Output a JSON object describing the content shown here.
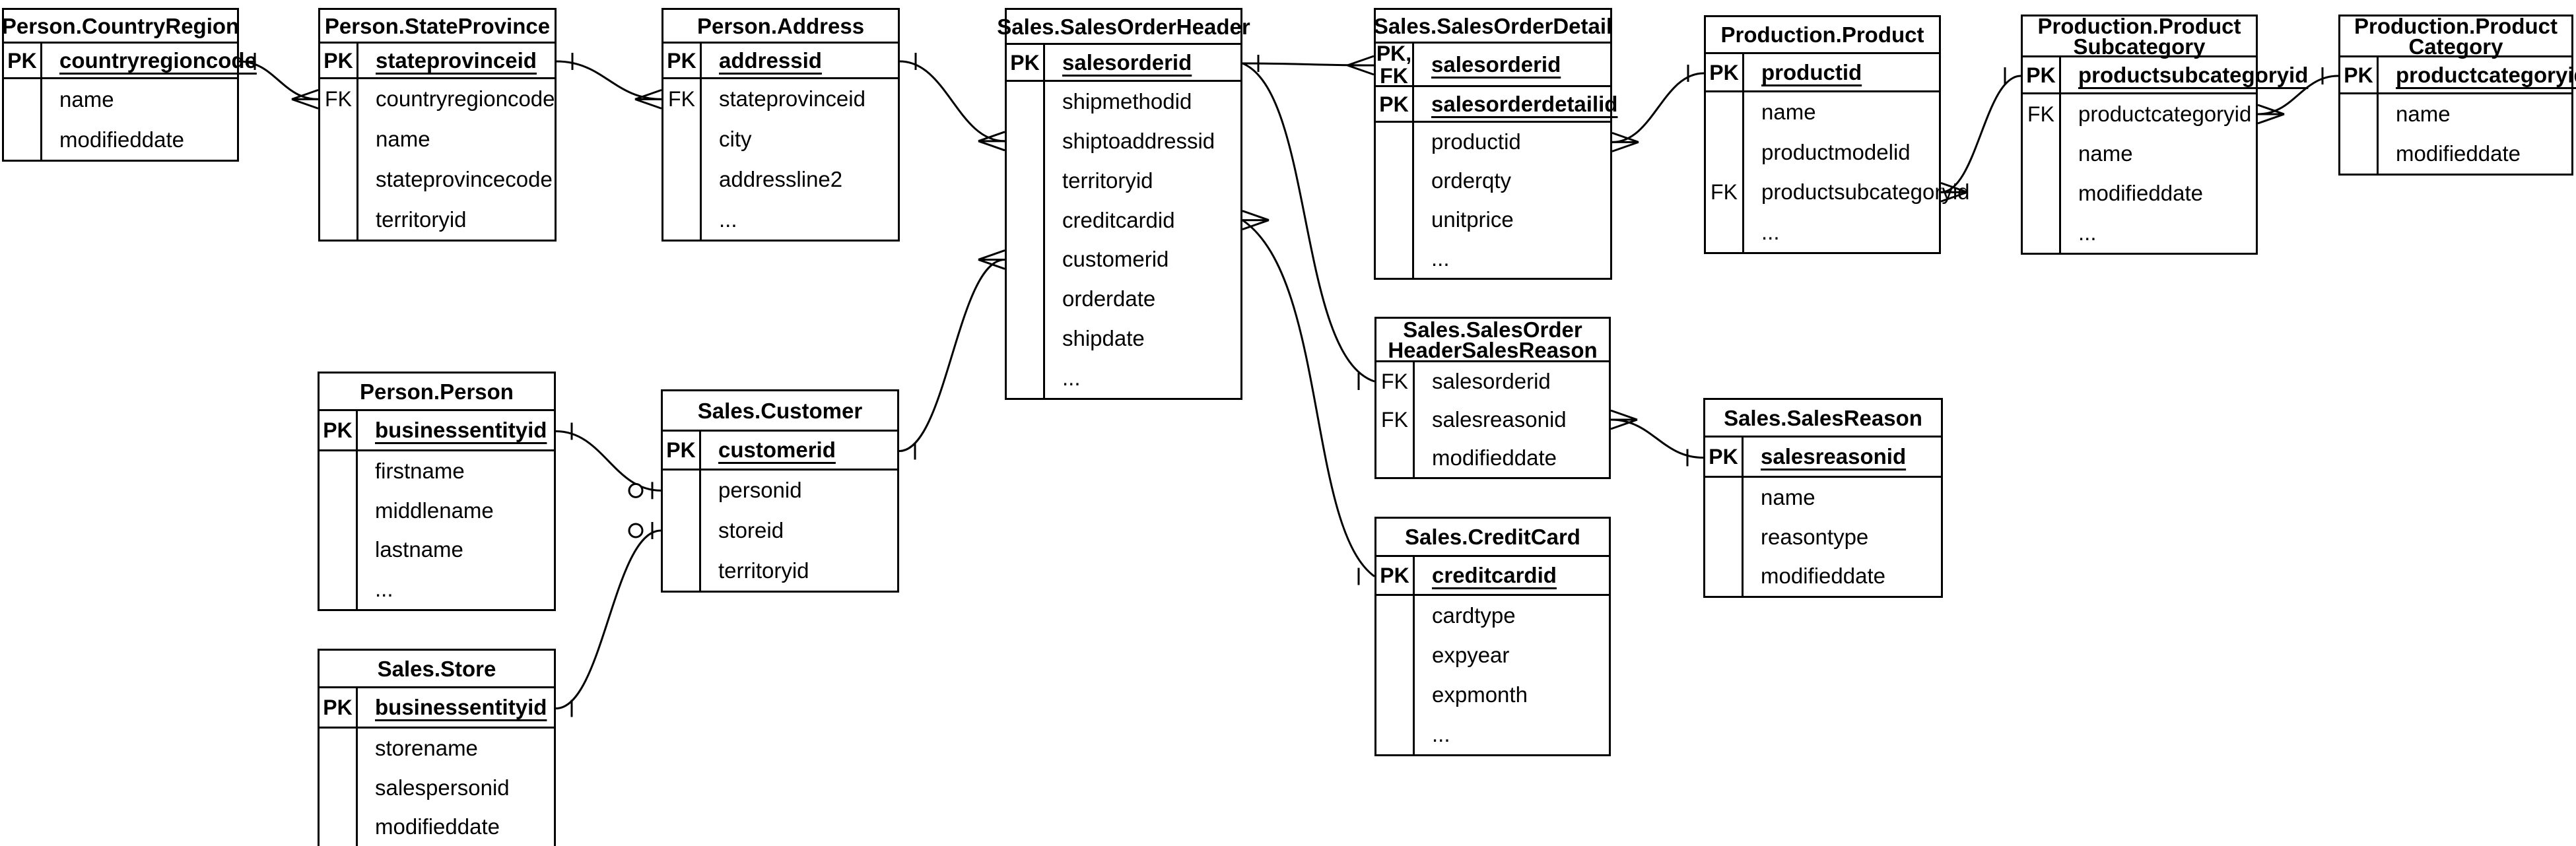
{
  "diagram": {
    "notation": "crow-foot",
    "colors": {
      "line": "#000000",
      "background": "#ffffff",
      "text": "#000000"
    },
    "tables": [
      {
        "id": "countryregion",
        "title_lines": [
          "Person.CountryRegion"
        ],
        "rows": [
          {
            "band": "key",
            "key": "PK",
            "name": "countryregioncode",
            "pk": true
          },
          {
            "band": "body",
            "key": "",
            "name": "name"
          },
          {
            "band": "body",
            "key": "",
            "name": "modifieddate"
          }
        ]
      },
      {
        "id": "stateprovince",
        "title_lines": [
          "Person.StateProvince"
        ],
        "rows": [
          {
            "band": "key",
            "key": "PK",
            "name": "stateprovinceid",
            "pk": true
          },
          {
            "band": "body",
            "key": "FK",
            "name": "countryregioncode"
          },
          {
            "band": "body",
            "key": "",
            "name": "name"
          },
          {
            "band": "body",
            "key": "",
            "name": "stateprovincecode"
          },
          {
            "band": "body",
            "key": "",
            "name": "territoryid"
          }
        ]
      },
      {
        "id": "address",
        "title_lines": [
          "Person.Address"
        ],
        "rows": [
          {
            "band": "key",
            "key": "PK",
            "name": "addressid",
            "pk": true
          },
          {
            "band": "body",
            "key": "FK",
            "name": "stateprovinceid"
          },
          {
            "band": "body",
            "key": "",
            "name": "city"
          },
          {
            "band": "body",
            "key": "",
            "name": "addressline2"
          },
          {
            "band": "body",
            "key": "",
            "name": "..."
          }
        ]
      },
      {
        "id": "salesorderheader",
        "title_lines": [
          "Sales.SalesOrderHeader"
        ],
        "rows": [
          {
            "band": "key",
            "key": "PK",
            "name": "salesorderid",
            "pk": true
          },
          {
            "band": "body",
            "key": "",
            "name": "shipmethodid"
          },
          {
            "band": "body",
            "key": "",
            "name": "shiptoaddressid"
          },
          {
            "band": "body",
            "key": "",
            "name": "territoryid"
          },
          {
            "band": "body",
            "key": "",
            "name": "creditcardid"
          },
          {
            "band": "body",
            "key": "",
            "name": "customerid"
          },
          {
            "band": "body",
            "key": "",
            "name": "orderdate"
          },
          {
            "band": "body",
            "key": "",
            "name": "shipdate"
          },
          {
            "band": "body",
            "key": "",
            "name": "..."
          }
        ]
      },
      {
        "id": "salesorderdetail",
        "title_lines": [
          "Sales.SalesOrderDetail"
        ],
        "rows": [
          {
            "band": "key",
            "key": "PK,\nFK",
            "name": "salesorderid",
            "pk": true
          },
          {
            "band": "key",
            "key": "PK",
            "name": "salesorderdetailid",
            "pk": true
          },
          {
            "band": "body",
            "key": "",
            "name": "productid"
          },
          {
            "band": "body",
            "key": "",
            "name": "orderqty"
          },
          {
            "band": "body",
            "key": "",
            "name": "unitprice"
          },
          {
            "band": "body",
            "key": "",
            "name": "..."
          }
        ]
      },
      {
        "id": "product",
        "title_lines": [
          "Production.Product"
        ],
        "rows": [
          {
            "band": "key",
            "key": "PK",
            "name": "productid",
            "pk": true
          },
          {
            "band": "body",
            "key": "",
            "name": "name"
          },
          {
            "band": "body",
            "key": "",
            "name": "productmodelid"
          },
          {
            "band": "body",
            "key": "FK",
            "name": "productsubcategoryid"
          },
          {
            "band": "body",
            "key": "",
            "name": "..."
          }
        ]
      },
      {
        "id": "productsubcategory",
        "title_lines": [
          "Production.Product",
          "Subcategory"
        ],
        "rows": [
          {
            "band": "key",
            "key": "PK",
            "name": "productsubcategoryid",
            "pk": true
          },
          {
            "band": "body",
            "key": "FK",
            "name": "productcategoryid"
          },
          {
            "band": "body",
            "key": "",
            "name": "name"
          },
          {
            "band": "body",
            "key": "",
            "name": "modifieddate"
          },
          {
            "band": "body",
            "key": "",
            "name": "..."
          }
        ]
      },
      {
        "id": "productcategory",
        "title_lines": [
          "Production.Product",
          "Category"
        ],
        "rows": [
          {
            "band": "key",
            "key": "PK",
            "name": "productcategoryid",
            "pk": true
          },
          {
            "band": "body",
            "key": "",
            "name": "name"
          },
          {
            "band": "body",
            "key": "",
            "name": "modifieddate"
          }
        ]
      },
      {
        "id": "person",
        "title_lines": [
          "Person.Person"
        ],
        "rows": [
          {
            "band": "key",
            "key": "PK",
            "name": "businessentityid",
            "pk": true
          },
          {
            "band": "body",
            "key": "",
            "name": "firstname"
          },
          {
            "band": "body",
            "key": "",
            "name": "middlename"
          },
          {
            "band": "body",
            "key": "",
            "name": "lastname"
          },
          {
            "band": "body",
            "key": "",
            "name": "..."
          }
        ]
      },
      {
        "id": "customer",
        "title_lines": [
          "Sales.Customer"
        ],
        "rows": [
          {
            "band": "key",
            "key": "PK",
            "name": "customerid",
            "pk": true
          },
          {
            "band": "body",
            "key": "",
            "name": "personid"
          },
          {
            "band": "body",
            "key": "",
            "name": "storeid"
          },
          {
            "band": "body",
            "key": "",
            "name": "territoryid"
          }
        ]
      },
      {
        "id": "salesorderheadersalesreason",
        "title_lines": [
          "Sales.SalesOrder",
          "HeaderSalesReason"
        ],
        "rows": [
          {
            "band": "body",
            "key": "FK",
            "name": "salesorderid"
          },
          {
            "band": "body",
            "key": "FK",
            "name": "salesreasonid"
          },
          {
            "band": "body",
            "key": "",
            "name": "modifieddate"
          }
        ]
      },
      {
        "id": "salesreason",
        "title_lines": [
          "Sales.SalesReason"
        ],
        "rows": [
          {
            "band": "key",
            "key": "PK",
            "name": "salesreasonid",
            "pk": true
          },
          {
            "band": "body",
            "key": "",
            "name": "name"
          },
          {
            "band": "body",
            "key": "",
            "name": "reasontype"
          },
          {
            "band": "body",
            "key": "",
            "name": "modifieddate"
          }
        ]
      },
      {
        "id": "creditcard",
        "title_lines": [
          "Sales.CreditCard"
        ],
        "rows": [
          {
            "band": "key",
            "key": "PK",
            "name": "creditcardid",
            "pk": true
          },
          {
            "band": "body",
            "key": "",
            "name": "cardtype"
          },
          {
            "band": "body",
            "key": "",
            "name": "expyear"
          },
          {
            "band": "body",
            "key": "",
            "name": "expmonth"
          },
          {
            "band": "body",
            "key": "",
            "name": "..."
          }
        ]
      },
      {
        "id": "store",
        "title_lines": [
          "Sales.Store"
        ],
        "rows": [
          {
            "band": "key",
            "key": "PK",
            "name": "businessentityid",
            "pk": true
          },
          {
            "band": "body",
            "key": "",
            "name": "storename"
          },
          {
            "band": "body",
            "key": "",
            "name": "salespersonid"
          },
          {
            "band": "body",
            "key": "",
            "name": "modifieddate"
          }
        ]
      }
    ],
    "relationships": [
      {
        "from_table": "countryregion",
        "from_field": "countryregioncode",
        "from_cardinality": "one",
        "to_table": "stateprovince",
        "to_field": "countryregioncode",
        "to_cardinality": "many"
      },
      {
        "from_table": "stateprovince",
        "from_field": "stateprovinceid",
        "from_cardinality": "one",
        "to_table": "address",
        "to_field": "stateprovinceid",
        "to_cardinality": "many"
      },
      {
        "from_table": "address",
        "from_field": "addressid",
        "from_cardinality": "one",
        "to_table": "salesorderheader",
        "to_field": "shiptoaddressid",
        "to_cardinality": "many"
      },
      {
        "from_table": "customer",
        "from_field": "customerid",
        "from_cardinality": "one",
        "to_table": "salesorderheader",
        "to_field": "customerid",
        "to_cardinality": "many"
      },
      {
        "from_table": "person",
        "from_field": "businessentityid",
        "from_cardinality": "one",
        "to_table": "customer",
        "to_field": "personid",
        "to_cardinality": "zero-or-one"
      },
      {
        "from_table": "store",
        "from_field": "businessentityid",
        "from_cardinality": "one",
        "to_table": "customer",
        "to_field": "storeid",
        "to_cardinality": "zero-or-one"
      },
      {
        "from_table": "salesorderheader",
        "from_field": "salesorderid",
        "from_cardinality": "one",
        "to_table": "salesorderdetail",
        "to_field": "salesorderid",
        "to_cardinality": "many"
      },
      {
        "from_table": "salesorderheader",
        "from_field": "salesorderid",
        "from_cardinality": "one",
        "to_table": "salesorderheadersalesreason",
        "to_field": "salesorderid",
        "to_cardinality": "one"
      },
      {
        "from_table": "salesorderheader",
        "from_field": "creditcardid",
        "from_cardinality": "many",
        "to_table": "creditcard",
        "to_field": "creditcardid",
        "to_cardinality": "one"
      },
      {
        "from_table": "salesorderdetail",
        "from_field": "productid",
        "from_cardinality": "many",
        "to_table": "product",
        "to_field": "productid",
        "to_cardinality": "one"
      },
      {
        "from_table": "product",
        "from_field": "productsubcategoryid",
        "from_cardinality": "many",
        "to_table": "productsubcategory",
        "to_field": "productsubcategoryid",
        "to_cardinality": "one"
      },
      {
        "from_table": "productsubcategory",
        "from_field": "productcategoryid",
        "from_cardinality": "many",
        "to_table": "productcategory",
        "to_field": "productcategoryid",
        "to_cardinality": "one"
      },
      {
        "from_table": "salesorderheadersalesreason",
        "from_field": "salesreasonid",
        "from_cardinality": "many",
        "to_table": "salesreason",
        "to_field": "salesreasonid",
        "to_cardinality": "one"
      }
    ]
  }
}
